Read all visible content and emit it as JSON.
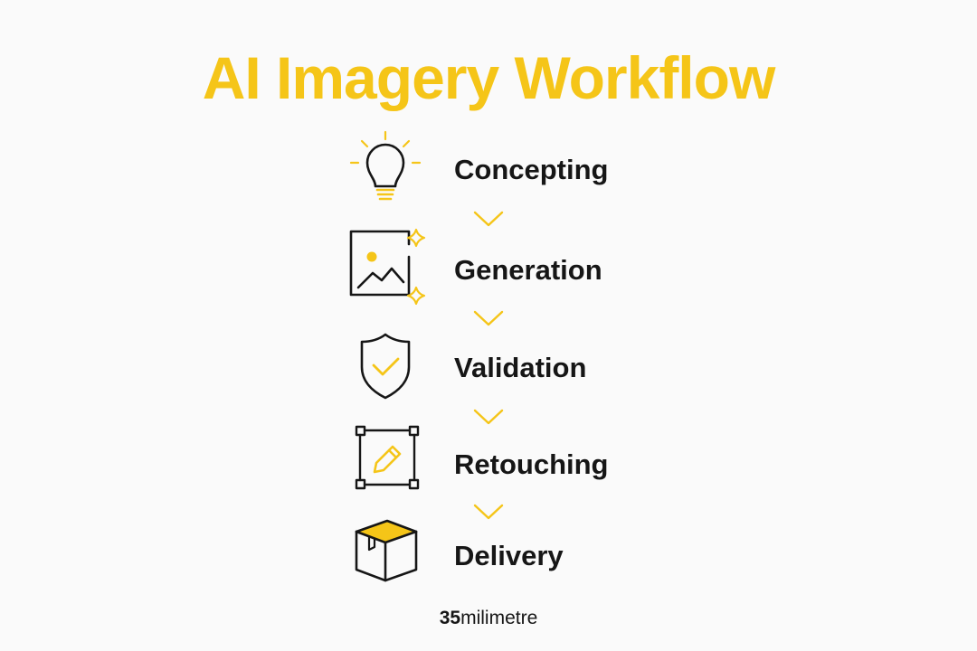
{
  "title": "AI Imagery Workflow",
  "colors": {
    "accent": "#f5c518",
    "ink": "#161616",
    "background": "#fafafa"
  },
  "steps": [
    {
      "label": "Concepting",
      "icon": "lightbulb-icon"
    },
    {
      "label": "Generation",
      "icon": "image-sparkle-icon"
    },
    {
      "label": "Validation",
      "icon": "shield-check-icon"
    },
    {
      "label": "Retouching",
      "icon": "pencil-frame-icon"
    },
    {
      "label": "Delivery",
      "icon": "package-box-icon"
    }
  ],
  "connector_icon": "chevron-down-icon",
  "brand": {
    "number": "35",
    "name": "milimetre"
  }
}
